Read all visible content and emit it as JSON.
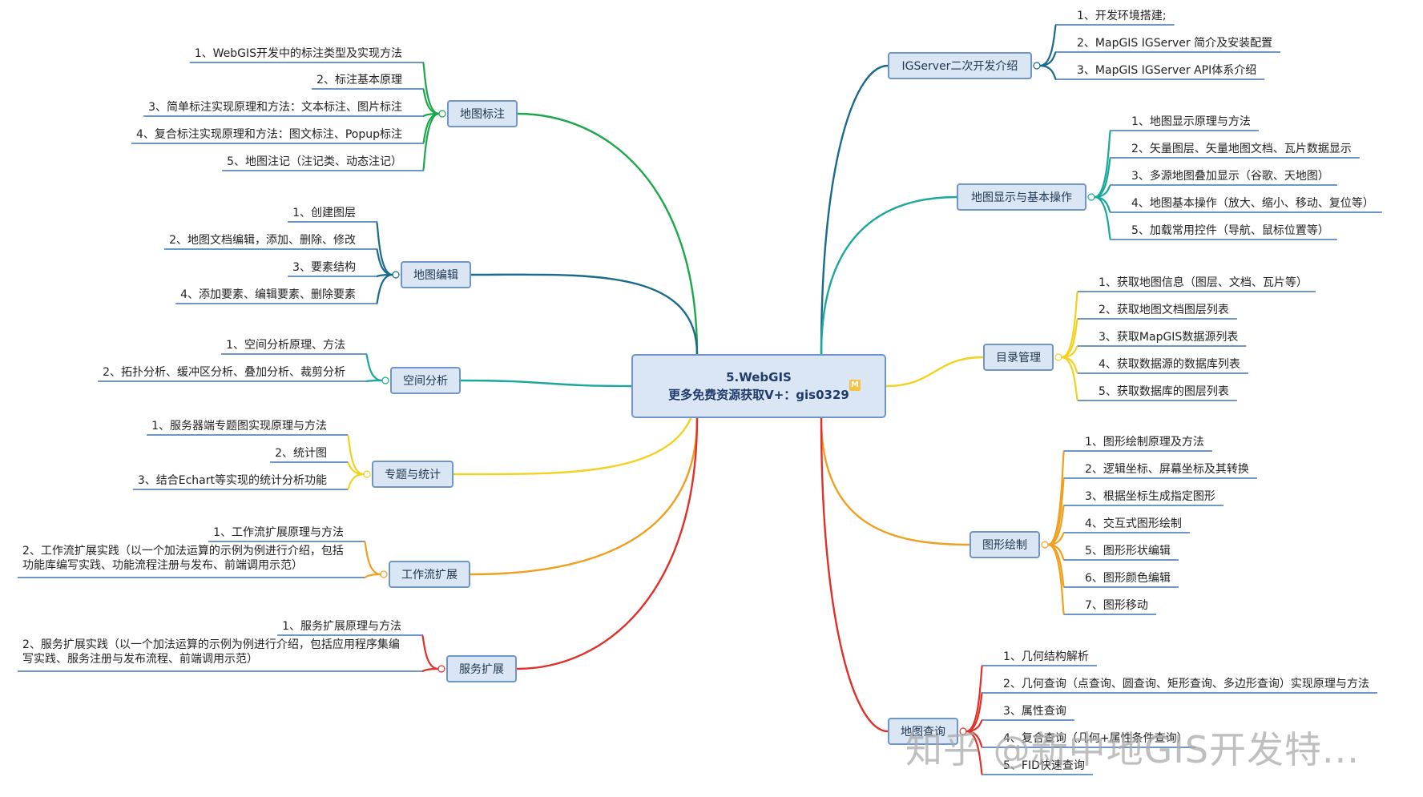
{
  "center": {
    "line1": "5.WebGIS",
    "line2": "更多免费资源获取V+：gis0329",
    "badge": "M"
  },
  "branches": [
    {
      "id": "biaozhu",
      "label": "地图标注",
      "color": "#1aa84a",
      "side": "left",
      "items": [
        "1、WebGIS开发中的标注类型及实现方法",
        "2、标注基本原理",
        "3、简单标注实现原理和方法：文本标注、图片标注",
        "4、复合标注实现原理和方法：图文标注、Popup标注",
        "5、地图注记（注记类、动态注记）"
      ]
    },
    {
      "id": "bianji",
      "label": "地图编辑",
      "color": "#1a6a8c",
      "side": "left",
      "items": [
        "1、创建图层",
        "2、地图文档编辑，添加、删除、修改",
        "3、要素结构",
        "4、添加要素、编辑要素、删除要素"
      ]
    },
    {
      "id": "kongjian",
      "label": "空间分析",
      "color": "#1aa89c",
      "side": "left",
      "items": [
        "1、空间分析原理、方法",
        "2、拓扑分析、缓冲区分析、叠加分析、裁剪分析"
      ]
    },
    {
      "id": "zhuanti",
      "label": "专题与统计",
      "color": "#f2d21e",
      "side": "left",
      "items": [
        "1、服务器端专题图实现原理与方法",
        "2、统计图",
        "3、结合Echart等实现的统计分析功能"
      ]
    },
    {
      "id": "gongzuoliu",
      "label": "工作流扩展",
      "color": "#f0a020",
      "side": "left",
      "items": [
        "1、工作流扩展原理与方法",
        "2、工作流扩展实践（以一个加法运算的示例为例进行介绍，包括功能库编写实践、功能流程注册与发布、前端调用示范）"
      ]
    },
    {
      "id": "fuwu",
      "label": "服务扩展",
      "color": "#e0302a",
      "side": "left",
      "items": [
        "1、服务扩展原理与方法",
        "2、服务扩展实践（以一个加法运算的示例为例进行介绍，包括应用程序集编写实践、服务注册与发布流程、前端调用示范）"
      ]
    },
    {
      "id": "igserver",
      "label": "IGServer二次开发介绍",
      "color": "#1a6a8c",
      "side": "right",
      "items": [
        "1、开发环境搭建;",
        "2、MapGIS IGServer 简介及安装配置",
        "3、MapGIS IGServer API体系介绍"
      ]
    },
    {
      "id": "xianshi",
      "label": "地图显示与基本操作",
      "color": "#1aa89c",
      "side": "right",
      "items": [
        "1、地图显示原理与方法",
        "2、矢量图层、矢量地图文档、瓦片数据显示",
        "3、多源地图叠加显示（谷歌、天地图）",
        "4、地图基本操作（放大、缩小、移动、复位等）",
        "5、加载常用控件（导航、鼠标位置等）"
      ]
    },
    {
      "id": "mulu",
      "label": "目录管理",
      "color": "#f2d21e",
      "side": "right",
      "items": [
        "1、获取地图信息（图层、文档、瓦片等）",
        "2、获取地图文档图层列表",
        "3、获取MapGIS数据源列表",
        "4、获取数据源的数据库列表",
        "5、获取数据库的图层列表"
      ]
    },
    {
      "id": "huizhi",
      "label": "图形绘制",
      "color": "#f0a020",
      "side": "right",
      "items": [
        "1、图形绘制原理及方法",
        "2、逻辑坐标、屏幕坐标及其转换",
        "3、根据坐标生成指定图形",
        "4、交互式图形绘制",
        "5、图形形状编辑",
        "6、图形颜色编辑",
        "7、图形移动"
      ]
    },
    {
      "id": "chaxun",
      "label": "地图查询",
      "color": "#e0302a",
      "side": "right",
      "items": [
        "1、几何结构解析",
        "2、几何查询（点查询、圆查询、矩形查询、多边形查询）实现原理与方法",
        "3、属性查询",
        "4、复合查询（几何+属性条件查询）",
        "5、FID快速查询"
      ]
    }
  ],
  "watermark": "知乎 @新中地GIS开发特..."
}
